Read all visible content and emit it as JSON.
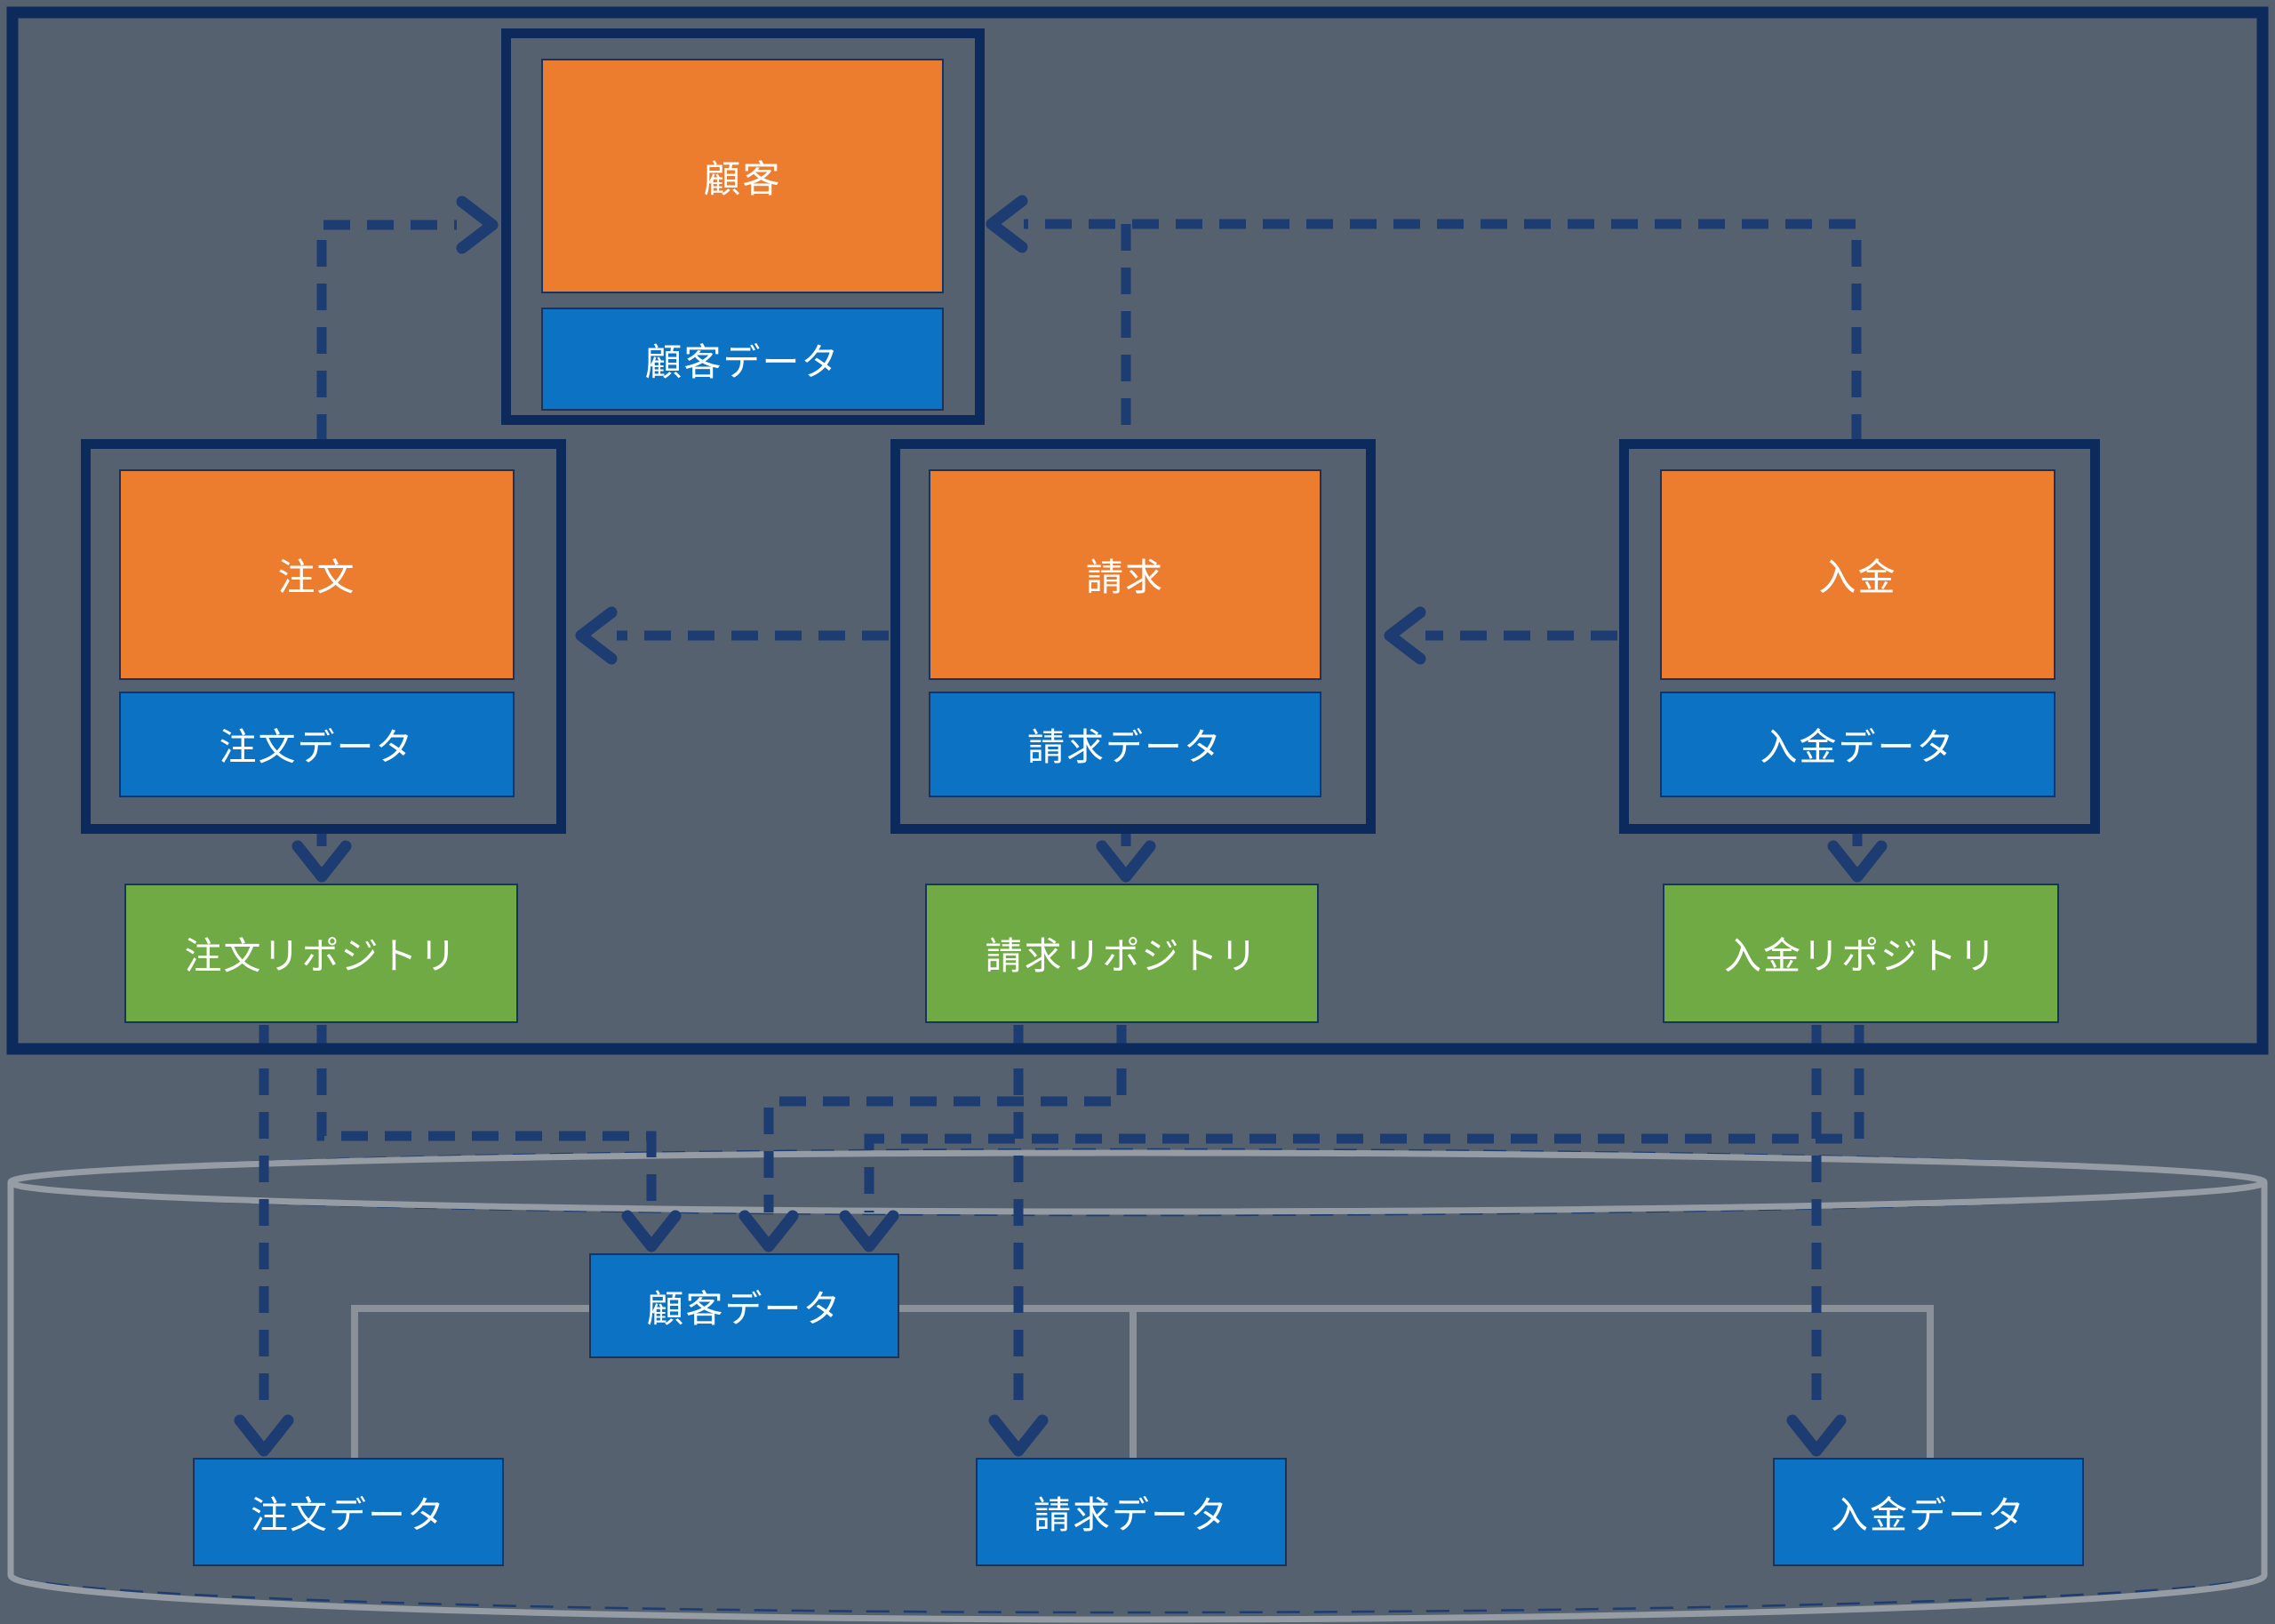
{
  "entities": {
    "customer": {
      "title": "顧客",
      "data": "顧客データ"
    },
    "order": {
      "title": "注文",
      "data": "注文データ",
      "repository": "注文リポジトリ"
    },
    "billing": {
      "title": "請求",
      "data": "請求データ",
      "repository": "請求リポジトリ"
    },
    "payment": {
      "title": "入金",
      "data": "入金データ",
      "repository": "入金リポジトリ"
    }
  },
  "database": {
    "customer_table": "顧客データ",
    "order_table": "注文データ",
    "billing_table": "請求データ",
    "payment_table": "入金データ"
  },
  "colors": {
    "background": "#55616E",
    "border_navy": "#0D2A5C",
    "dashed_navy": "#1C3C72",
    "entity_orange": "#EC7D2F",
    "data_blue": "#0B72C4",
    "repository_green": "#6FAA45",
    "cylinder_gray": "#969CA3",
    "connector_gray": "#8A9198",
    "label_text": "#FFFFFF"
  }
}
